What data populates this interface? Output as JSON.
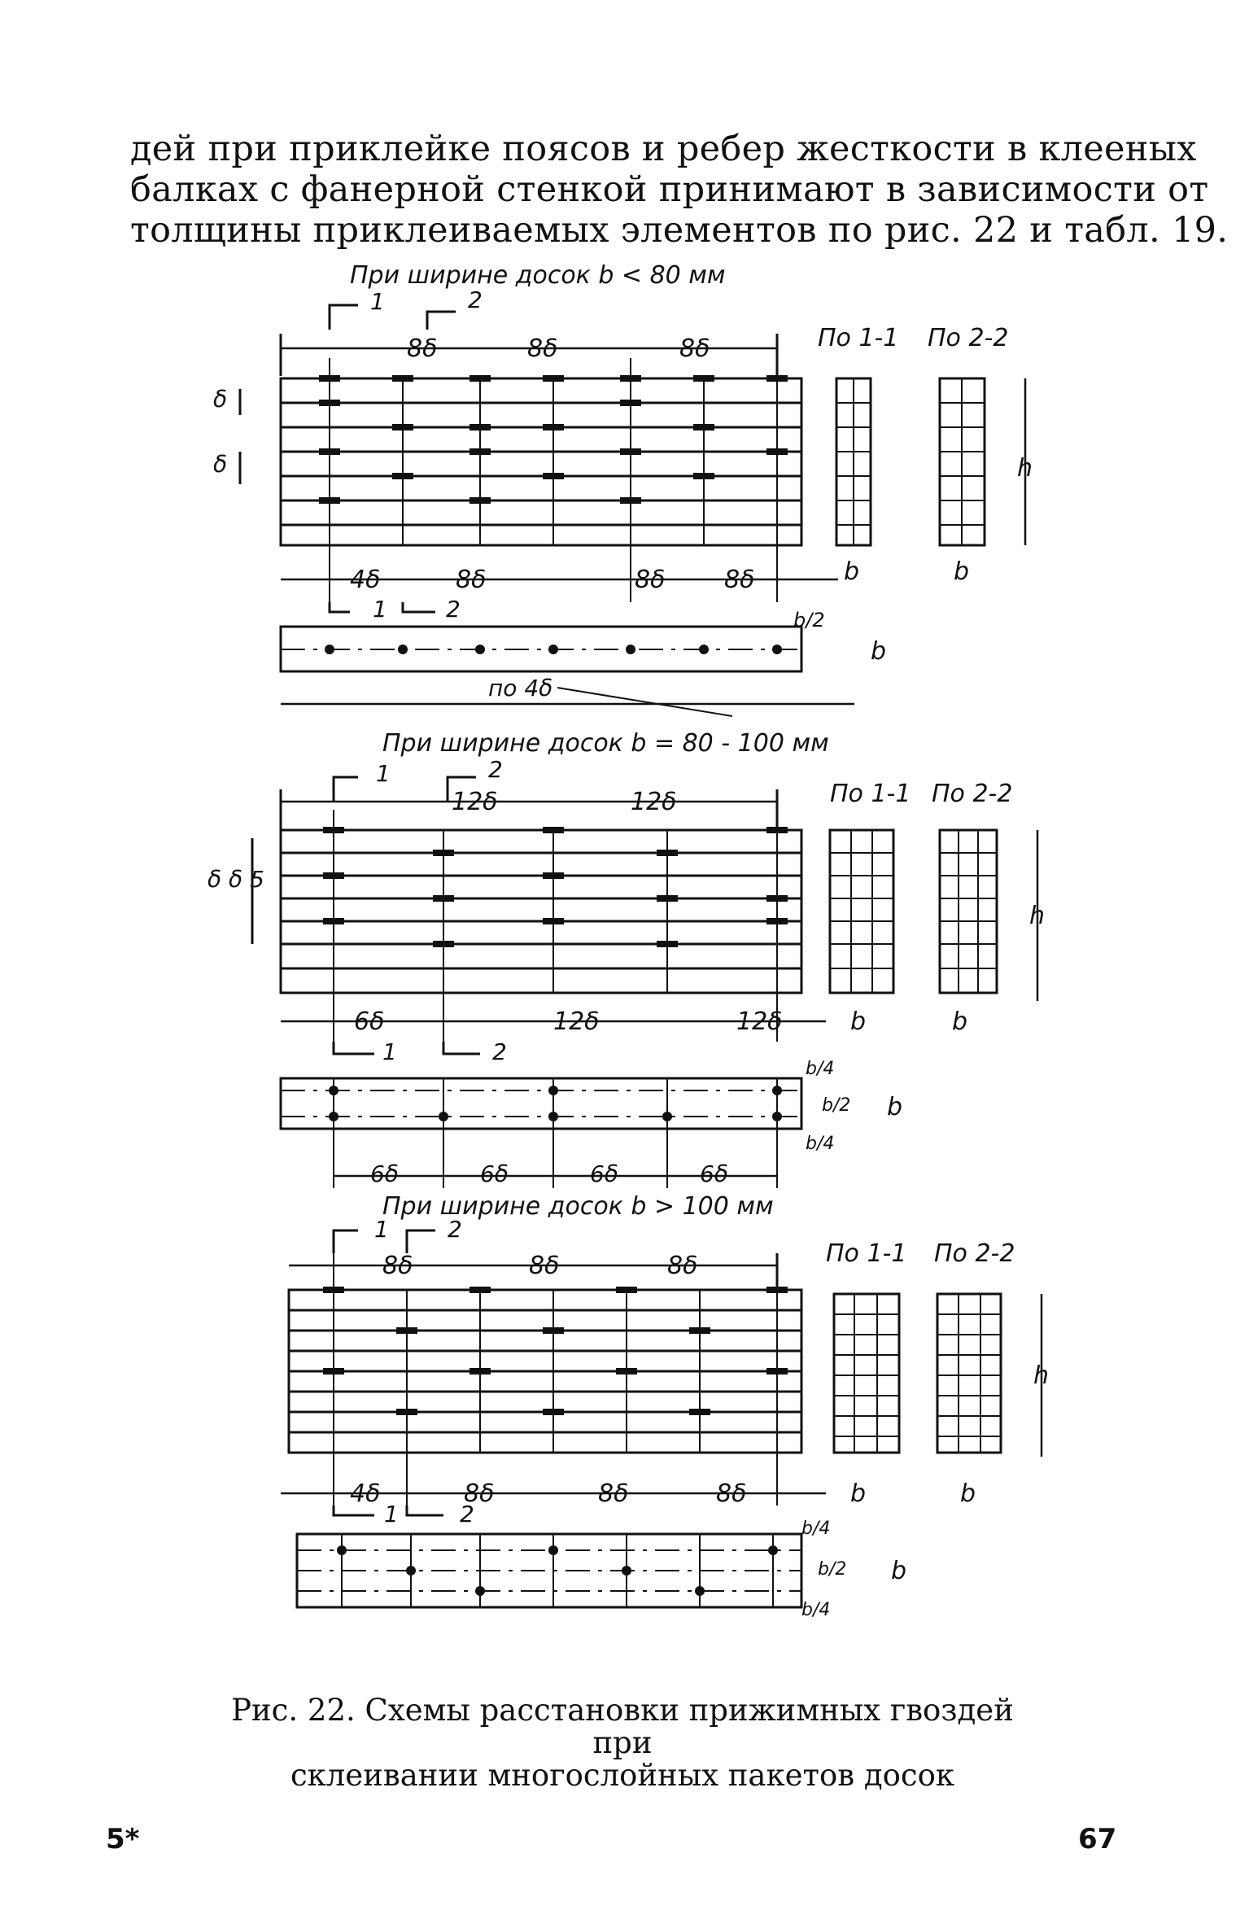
{
  "paragraph": {
    "lines": [
      "дей при приклейке поясов и ребер жесткости в клееных",
      "балках с фанерной стенкой принимают в зависимости от",
      "толщины приклеиваемых элементов по рис. 22 и табл. 19."
    ]
  },
  "figure": {
    "panel1": {
      "heading": "При ширине досок b < 80 мм",
      "top_dims": [
        "8δ",
        "8δ",
        "8δ"
      ],
      "bottom_dims": [
        "4δ",
        "8δ",
        "8δ",
        "8δ"
      ],
      "section_1": "По 1-1",
      "section_2": "По 2-2",
      "note": "по 4δ",
      "b": "b",
      "h": "h",
      "half": "b/2",
      "cut1": "1",
      "cut2": "2",
      "delta": "δ"
    },
    "panel2": {
      "heading": "При ширине досок b = 80 - 100 мм",
      "top_dims": [
        "12δ",
        "12δ"
      ],
      "bottom_dims": [
        "6δ",
        "12δ",
        "12δ"
      ],
      "plan_dims": [
        "6δ",
        "6δ",
        "6δ",
        "6δ"
      ],
      "section_1": "По 1-1",
      "section_2": "По 2-2",
      "b": "b",
      "h": "h",
      "quarter": "b/4",
      "half": "b/2",
      "cut1": "1",
      "cut2": "2",
      "left_dims": "δ δ 5"
    },
    "panel3": {
      "heading": "При ширине досок b > 100 мм",
      "top_dims": [
        "8δ",
        "8δ",
        "8δ"
      ],
      "bottom_dims": [
        "4δ",
        "8δ",
        "8δ",
        "8δ"
      ],
      "section_1": "По 1-1",
      "section_2": "По 2-2",
      "b": "b",
      "h": "h",
      "quarter": "b/4",
      "half": "b/2",
      "cut1": "1",
      "cut2": "2"
    }
  },
  "caption": {
    "line1": "Рис. 22. Схемы расстановки прижимных гвоздей при",
    "line2": "склеивании многослойных пакетов досок"
  },
  "footer": {
    "signature": "5*",
    "page_number": "67"
  }
}
